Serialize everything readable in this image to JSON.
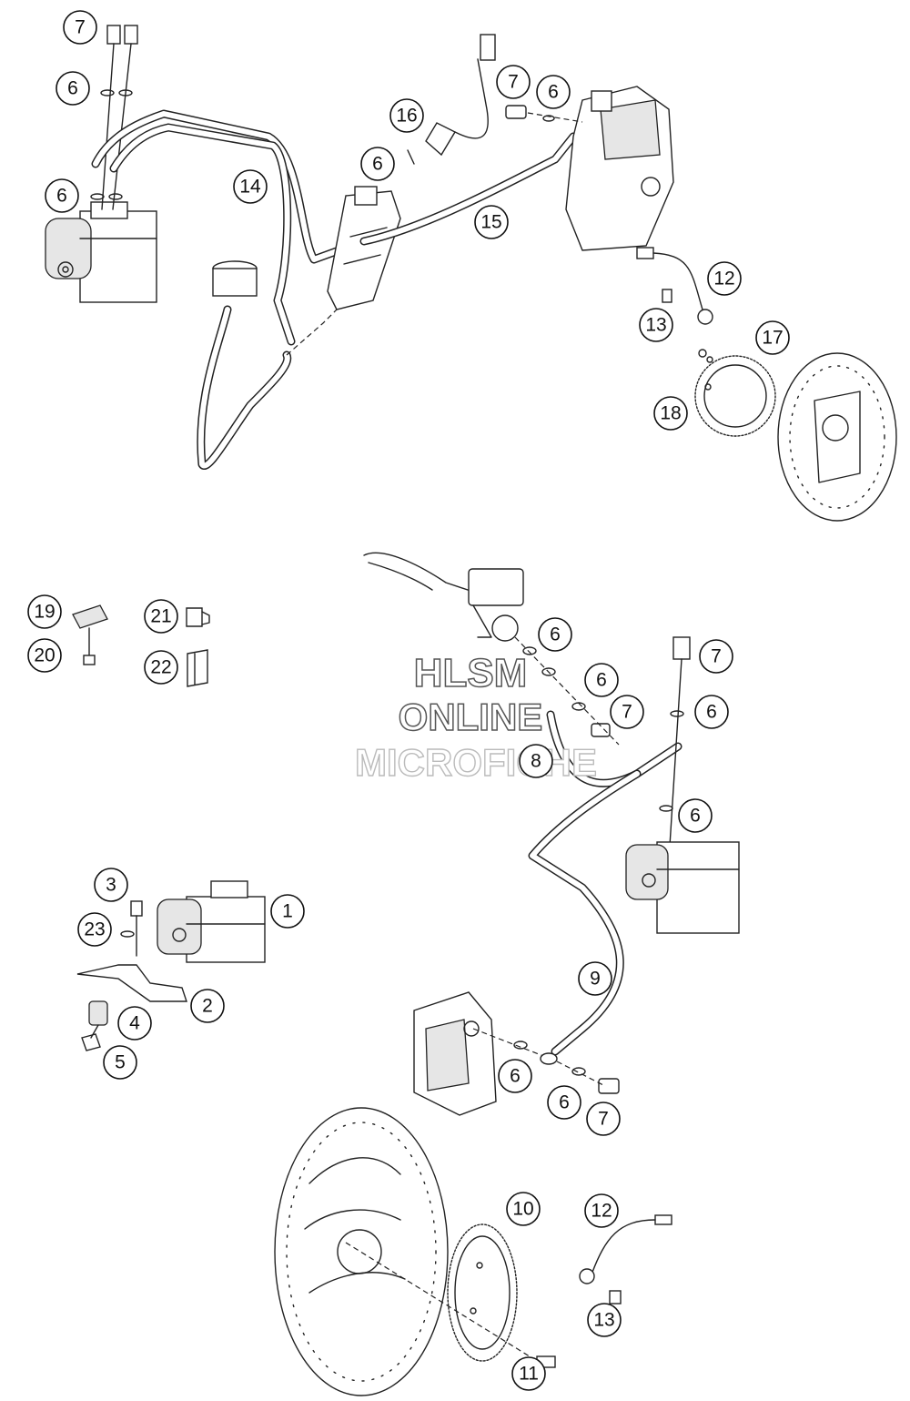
{
  "callouts": [
    {
      "id": "c7a",
      "label": "7"
    },
    {
      "id": "c6a",
      "label": "6"
    },
    {
      "id": "c6b",
      "label": "6"
    },
    {
      "id": "c14",
      "label": "14"
    },
    {
      "id": "c16",
      "label": "16"
    },
    {
      "id": "c6c",
      "label": "6"
    },
    {
      "id": "c7b",
      "label": "7"
    },
    {
      "id": "c6d",
      "label": "6"
    },
    {
      "id": "c15",
      "label": "15"
    },
    {
      "id": "c12a",
      "label": "12"
    },
    {
      "id": "c13a",
      "label": "13"
    },
    {
      "id": "c17",
      "label": "17"
    },
    {
      "id": "c18",
      "label": "18"
    },
    {
      "id": "c19",
      "label": "19"
    },
    {
      "id": "c20",
      "label": "20"
    },
    {
      "id": "c21",
      "label": "21"
    },
    {
      "id": "c22",
      "label": "22"
    },
    {
      "id": "c6e",
      "label": "6"
    },
    {
      "id": "c6f",
      "label": "6"
    },
    {
      "id": "c7c",
      "label": "7"
    },
    {
      "id": "c8",
      "label": "8"
    },
    {
      "id": "c7d",
      "label": "7"
    },
    {
      "id": "c6g",
      "label": "6"
    },
    {
      "id": "c6h",
      "label": "6"
    },
    {
      "id": "c3",
      "label": "3"
    },
    {
      "id": "c1",
      "label": "1"
    },
    {
      "id": "c23",
      "label": "23"
    },
    {
      "id": "c2",
      "label": "2"
    },
    {
      "id": "c4",
      "label": "4"
    },
    {
      "id": "c5",
      "label": "5"
    },
    {
      "id": "c9",
      "label": "9"
    },
    {
      "id": "c6i",
      "label": "6"
    },
    {
      "id": "c6j",
      "label": "6"
    },
    {
      "id": "c7e",
      "label": "7"
    },
    {
      "id": "c10",
      "label": "10"
    },
    {
      "id": "c12b",
      "label": "12"
    },
    {
      "id": "c13b",
      "label": "13"
    },
    {
      "id": "c11",
      "label": "11"
    }
  ],
  "watermark": {
    "line1": "HLSM",
    "line2": "ONLINE",
    "line3": "MICROFICHE"
  }
}
